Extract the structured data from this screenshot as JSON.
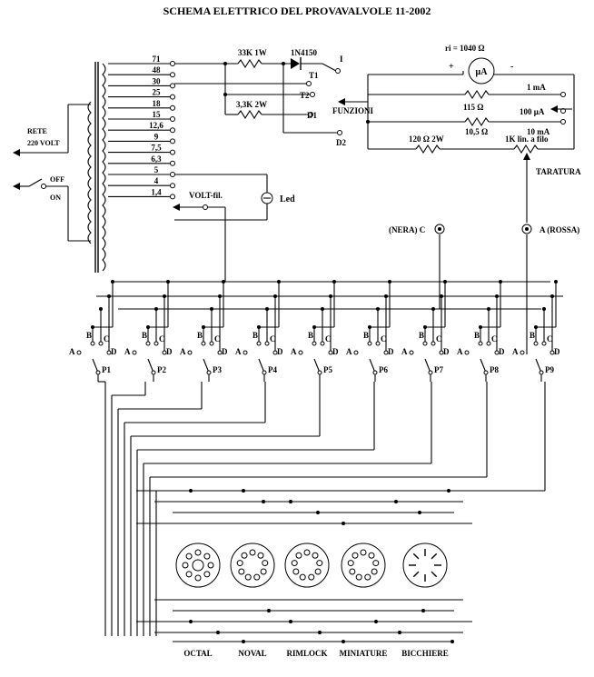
{
  "title": "SCHEMA ELETTRICO DEL PROVAVALVOLE 11-2002",
  "mains": {
    "line1": "RETE",
    "line2": "220 VOLT",
    "off": "OFF",
    "on": "ON"
  },
  "taps": [
    "71",
    "48",
    "30",
    "25",
    "18",
    "15",
    "12,6",
    "9",
    "7,5",
    "6,3",
    "5",
    "4",
    "1,4"
  ],
  "labels": {
    "r33k": "33K 1W",
    "diode": "1N4150",
    "r33k2": "3,3K 2W",
    "T1": "T1",
    "T2": "T2",
    "D1": "D1",
    "D2": "D2",
    "I": "I",
    "funzioni": "FUNZIONI",
    "ri": "ri = 1040 Ω",
    "plus": "+",
    "minus": "-",
    "meter": "μA",
    "r115": "115 Ω",
    "r10": "10,5 Ω",
    "ma1": "1 mA",
    "ua100": "100 μA",
    "ma10": "10 mA",
    "r120": "120 Ω 2W",
    "pot": "1K lin. a filo",
    "taratura": "TARATURA",
    "voltfil": "VOLT-fil.",
    "led": "Led",
    "nera": "(NERA) C",
    "rossa": "A (ROSSA)"
  },
  "selectors": [
    "P1",
    "P2",
    "P3",
    "P4",
    "P5",
    "P6",
    "P7",
    "P8",
    "P9"
  ],
  "contact_letters": {
    "a": "A",
    "b": "B",
    "c": "C",
    "d": "D"
  },
  "sockets": [
    "OCTAL",
    "NOVAL",
    "RIMLOCK",
    "MINIATURE",
    "BICCHIERE"
  ]
}
